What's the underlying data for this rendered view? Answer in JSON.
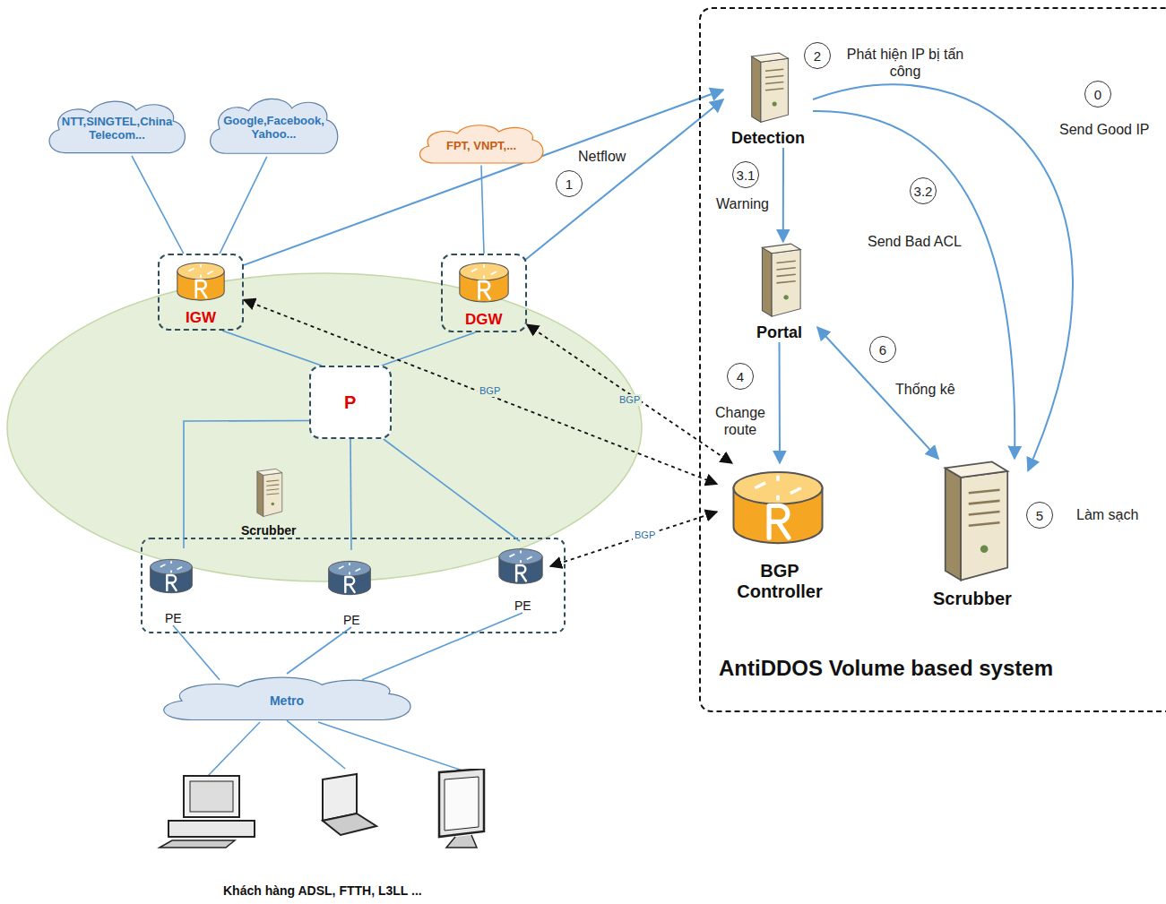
{
  "diagram": {
    "nodes": [
      {
        "text": [
          "NTT,SINGTEL,China Telecom..."
        ]
      },
      {
        "text": [
          "Google,Facebook, Yahoo..."
        ]
      },
      {
        "text": [
          "FPT, VNPT,..."
        ]
      },
      {
        "text": [
          "IGW"
        ]
      },
      {
        "text": [
          "DGW"
        ]
      },
      {
        "text": [
          "P"
        ]
      },
      {
        "text": [
          "Scrubber"
        ]
      },
      {
        "text": [
          "PE"
        ]
      },
      {
        "text": [
          "PE"
        ]
      },
      {
        "text": [
          "PE"
        ]
      },
      {
        "text": [
          "Metro"
        ]
      },
      {
        "text": [
          "Khách hàng ADSL, FTTH, L3LL ..."
        ]
      },
      {
        "text": [
          "AntiDDOS Volume based system"
        ]
      },
      {
        "text": [
          "Detection"
        ],
        "in": 12
      },
      {
        "text": [
          "Portal"
        ],
        "in": 12
      },
      {
        "text": [
          "BGP Controller"
        ],
        "in": 12
      },
      {
        "text": [
          "Scrubber"
        ],
        "in": 12
      }
    ],
    "edges": [
      {
        "from": 0,
        "to": 3,
        "arrow": "none"
      },
      {
        "from": 1,
        "to": 3,
        "arrow": "none"
      },
      {
        "from": 2,
        "to": 4,
        "arrow": "none"
      },
      {
        "from": 3,
        "to": 5,
        "arrow": "none"
      },
      {
        "from": 4,
        "to": 5,
        "arrow": "none"
      },
      {
        "from": 5,
        "to": 7,
        "arrow": "none"
      },
      {
        "from": 5,
        "to": 8,
        "arrow": "none"
      },
      {
        "from": 5,
        "to": 9,
        "arrow": "none"
      },
      {
        "from": 7,
        "to": 10,
        "arrow": "none"
      },
      {
        "from": 8,
        "to": 10,
        "arrow": "none"
      },
      {
        "from": 9,
        "to": 10,
        "arrow": "none"
      },
      {
        "from": 10,
        "to": 11,
        "arrow": "none"
      },
      {
        "from": 3,
        "to": 13,
        "arrow": "to"
      },
      {
        "from": 4,
        "to": 13,
        "label": "Netflow",
        "arrow": "to"
      },
      {
        "from": 13,
        "to": 14,
        "label": "Warning",
        "arrow": "to"
      },
      {
        "from": 13,
        "to": 16,
        "label": "Send Bad ACL",
        "arrow": "to"
      },
      {
        "from": 13,
        "to": 16,
        "label": "Send Good IP",
        "arrow": "to"
      },
      {
        "from": 14,
        "to": 15,
        "label": "Change route",
        "arrow": "to"
      },
      {
        "from": 14,
        "to": 16,
        "label": "Thống kê",
        "arrow": "both"
      },
      {
        "from": 3,
        "to": 15,
        "label": "BGP",
        "arrow": "both"
      },
      {
        "from": 4,
        "to": 15,
        "label": "BGP",
        "arrow": "both"
      },
      {
        "from": 9,
        "to": 15,
        "label": "BGP",
        "arrow": "both"
      }
    ],
    "labels": [
      "1",
      "2",
      "Phát hiện IP bị tấn công",
      "0",
      "3.1",
      "3.2",
      "4",
      "6",
      "5",
      "Làm sạch"
    ]
  }
}
